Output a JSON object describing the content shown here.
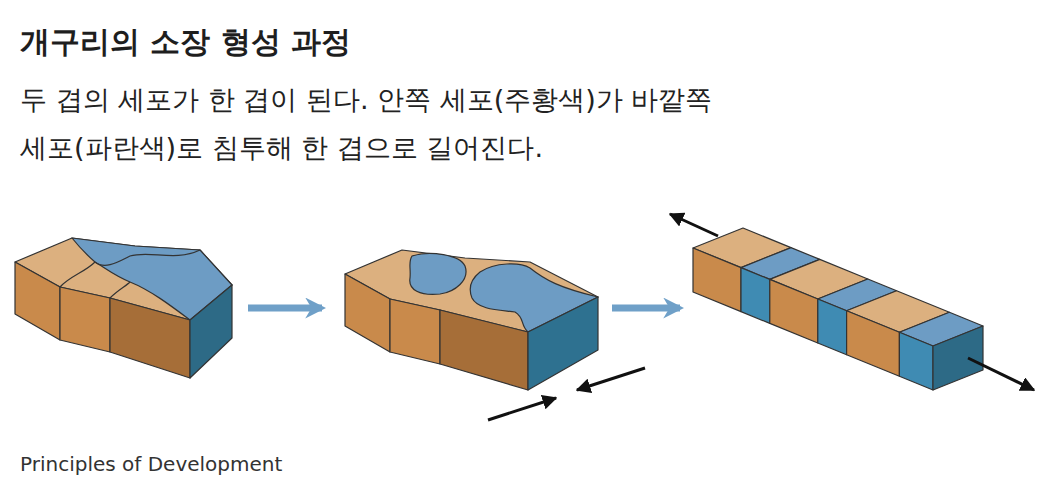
{
  "diagram": {
    "title": "개구리의 소장 형성 과정",
    "caption": "두 겹의 세포가 한 겹이 된다. 안쪽 세포(주황색)가 바깥쪽 세포(파란색)로 침투해 한 겹으로 길어진다.",
    "labels": [
      "Principles of Development"
    ]
  }
}
